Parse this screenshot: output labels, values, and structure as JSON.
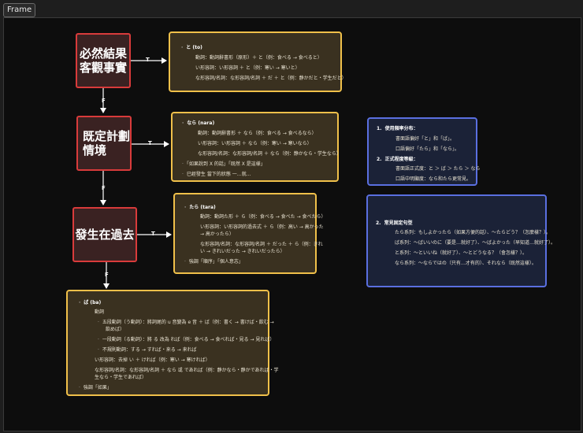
{
  "frame_label": "Frame",
  "nodes": [
    {
      "id": "n1",
      "lines": [
        "必然結果",
        "客觀事實"
      ]
    },
    {
      "id": "n2",
      "lines": [
        "既定計劃",
        "情境"
      ]
    },
    {
      "id": "n3",
      "lines": [
        "發生在過去"
      ]
    }
  ],
  "edge_labels": {
    "t": "T",
    "f": "F"
  },
  "cards": {
    "to": {
      "head": "と (to)",
      "l1": "動詞：動詞辭書形（原形）＋ と（例：食べる → 食べると）",
      "l2": "い形容詞：い形容詞 ＋ と（例：寒い → 寒いと）",
      "l3": "な形容詞/名詞：な形容詞/名詞 ＋ だ ＋ と（例：静かだと・学生だと）"
    },
    "nara": {
      "head": "なら (nara)",
      "l1": "動詞：動詞辭書形 ＋ なら（例：食べる → 食べるなら）",
      "l2": "い形容詞：い形容詞 ＋ なら（例：寒い → 寒いなら）",
      "l3": "な形容詞/名詞：な形容詞/名詞 ＋ なら（例：静かなら・学生なら）",
      "l4": "「如果說到 X 的話」「既然 X 是這樣」",
      "l5": "已經發生 當下的狀態 一…就..."
    },
    "tara": {
      "head": "たら (tara)",
      "l1": "動詞：動詞た形 ＋ ら（例：食べる → 食べた → 食べたら）",
      "l2a": "い形容詞：い形容詞的過去式 ＋ ら（例：高い → 高かった",
      "l2b": "→ 高かったら）",
      "l3a": "な形容詞/名詞：な形容詞/名詞 ＋ だった ＋ ら（例：きれ",
      "l3b": "い → きれいだった → きれいだったら）",
      "l4": "強調「順序」「個人意志」"
    },
    "ba": {
      "head": "ば (ba)",
      "h1": "動詞",
      "l1a": "五段動詞（う動詞）：將詞尾的 u 音變為 e 音 ＋ ば（例：書く → 書けば・飲む →",
      "l1b": "飲めば）",
      "l2": "一段動詞（る動詞）：將 る 改為 れば（例：食べる → 食べれば・見る → 見れば）",
      "l3": "不規則動詞：する → すれば・来る → 来れば",
      "l4": "い形容詞：去掉 い ＋ ければ（例：寒い → 寒ければ）",
      "l5a": "な形容詞/名詞：な形容詞/名詞 ＋ なら 或 であれば（例：静かなら・静かであれば・学",
      "l5b": "生なら・学生であれば）",
      "l6": "強調「如果」"
    },
    "usage": {
      "i1": "使用頻率分布：",
      "i1a": "書面語偏好「と」和「ば」。",
      "i1b": "口語偏好「たら」和「なら」。",
      "i2": "正式程度等級：",
      "i2a": "書面語正式度：と ＞ ば ＞ たら ＞ なら",
      "i2b": "口語中明顯度：なら和たら更常見。"
    },
    "patterns": {
      "head": "常見固定句型",
      "p1": "たら系列：もしよかったら（如果方便的話）、〜たらどう？（怎麼樣？）。",
      "p2": "ば系列：〜ばいいのに（要是…就好了）、〜ばよかった（早知道…就好了）。",
      "p3": "と系列：〜といいね（就好了）、〜とどうなる？（會怎樣？）。",
      "p4": "なら系列：〜ならではの（只有…才有的）、それなら（既然這樣）。"
    }
  }
}
